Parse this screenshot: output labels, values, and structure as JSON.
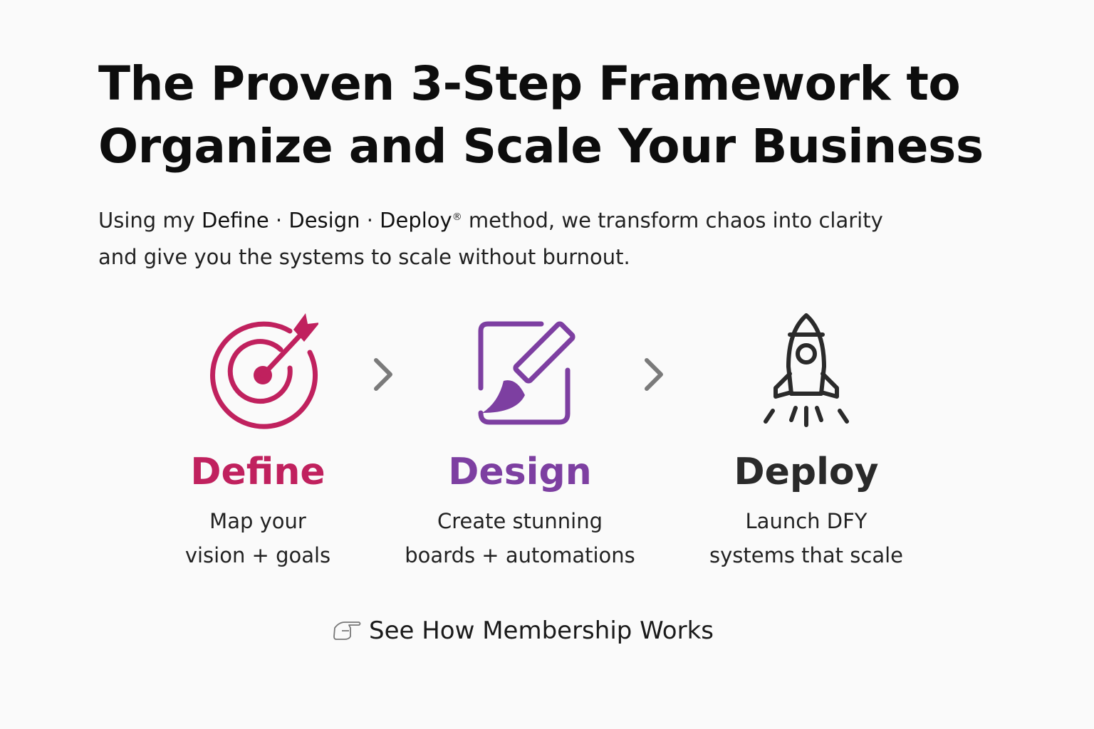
{
  "header": {
    "title_line1": "The Proven 3-Step Framework to",
    "title_line2": "Organize and Scale Your Business"
  },
  "intro": {
    "prefix": "Using my ",
    "method_define": "Define",
    "sep1": " · ",
    "method_design": "Design",
    "sep2": " · ",
    "method_deploy": "Deploy",
    "registered": "®",
    "suffix_line1": " method, we transform chaos into clarity",
    "line2": "and give you the systems to scale without burnout."
  },
  "steps": [
    {
      "title": "Define",
      "line1": "Map your",
      "line2": "vision + goals",
      "color": "#c0215e",
      "icon": "target-icon"
    },
    {
      "title": "Design",
      "line1": "Create stunning",
      "line2": "boards + automations",
      "color": "#7d3fa1",
      "icon": "paintbrush-board-icon"
    },
    {
      "title": "Deploy",
      "line1": "Launch DFY",
      "line2": "systems that scale",
      "color": "#2a2a2a",
      "icon": "rocket-icon"
    }
  ],
  "cta": {
    "label": "See How Membership Works",
    "icon": "pointing-hand-icon"
  }
}
